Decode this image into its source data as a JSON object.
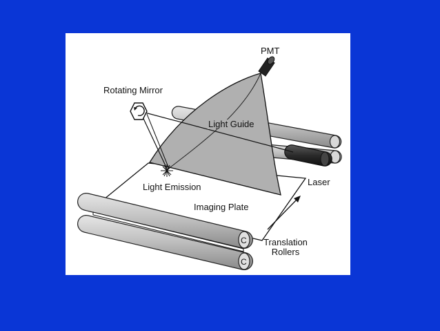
{
  "diagram": {
    "labels": {
      "pmt": "PMT",
      "rotating_mirror": "Rotating Mirror",
      "light_guide": "Light Guide",
      "laser": "Laser",
      "light_emission": "Light Emission",
      "imaging_plate": "Imaging Plate",
      "translation_rollers_line1": "Translation",
      "translation_rollers_line2": "Rollers"
    },
    "colors": {
      "background": "#0a36d6",
      "panel": "#ffffff",
      "light_guide_fill": "#b0b0b0",
      "roller_fill": "#c8c8c8",
      "laser_fill": "#333333"
    },
    "icons": {
      "roller_end": "C"
    }
  }
}
